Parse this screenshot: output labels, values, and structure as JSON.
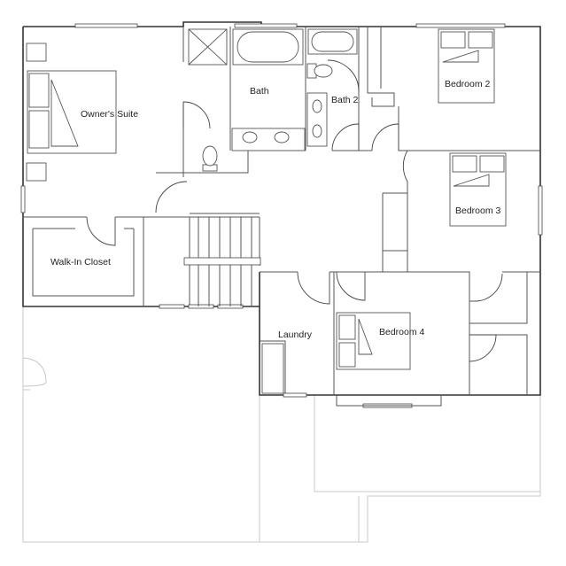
{
  "plan": {
    "rooms": [
      {
        "id": "owners-suite",
        "label": "Owner's Suite"
      },
      {
        "id": "bath",
        "label": "Bath"
      },
      {
        "id": "bath-2",
        "label": "Bath 2"
      },
      {
        "id": "bedroom-2",
        "label": "Bedroom 2"
      },
      {
        "id": "bedroom-3",
        "label": "Bedroom 3"
      },
      {
        "id": "walk-in-closet",
        "label": "Walk-In Closet"
      },
      {
        "id": "laundry",
        "label": "Laundry"
      },
      {
        "id": "bedroom-4",
        "label": "Bedroom 4"
      }
    ]
  }
}
